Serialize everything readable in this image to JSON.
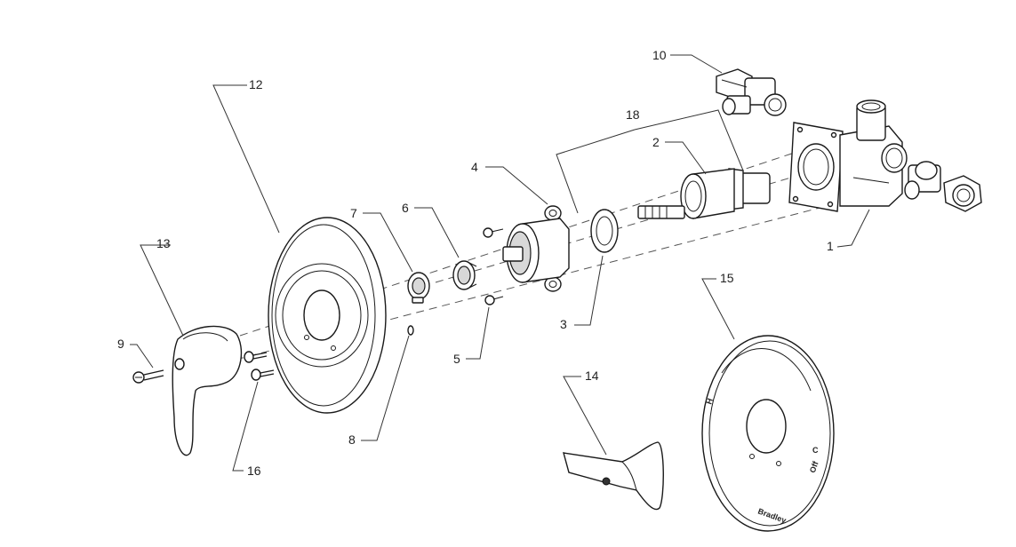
{
  "labels": {
    "p1": "1",
    "p2": "2",
    "p3": "3",
    "p4": "4",
    "p5": "5",
    "p6": "6",
    "p7": "7",
    "p8": "8",
    "p9": "9",
    "p10": "10",
    "p12": "12",
    "p13": "13",
    "p14": "14",
    "p15": "15",
    "p16": "16",
    "p18": "18"
  },
  "escutcheon_marks": {
    "hot": "H",
    "cold": "C",
    "off": "Off",
    "brand": "Bradley"
  },
  "colors": {
    "line": "#1a1a1a",
    "shade": "#d8d8d8",
    "background": "#ffffff"
  }
}
